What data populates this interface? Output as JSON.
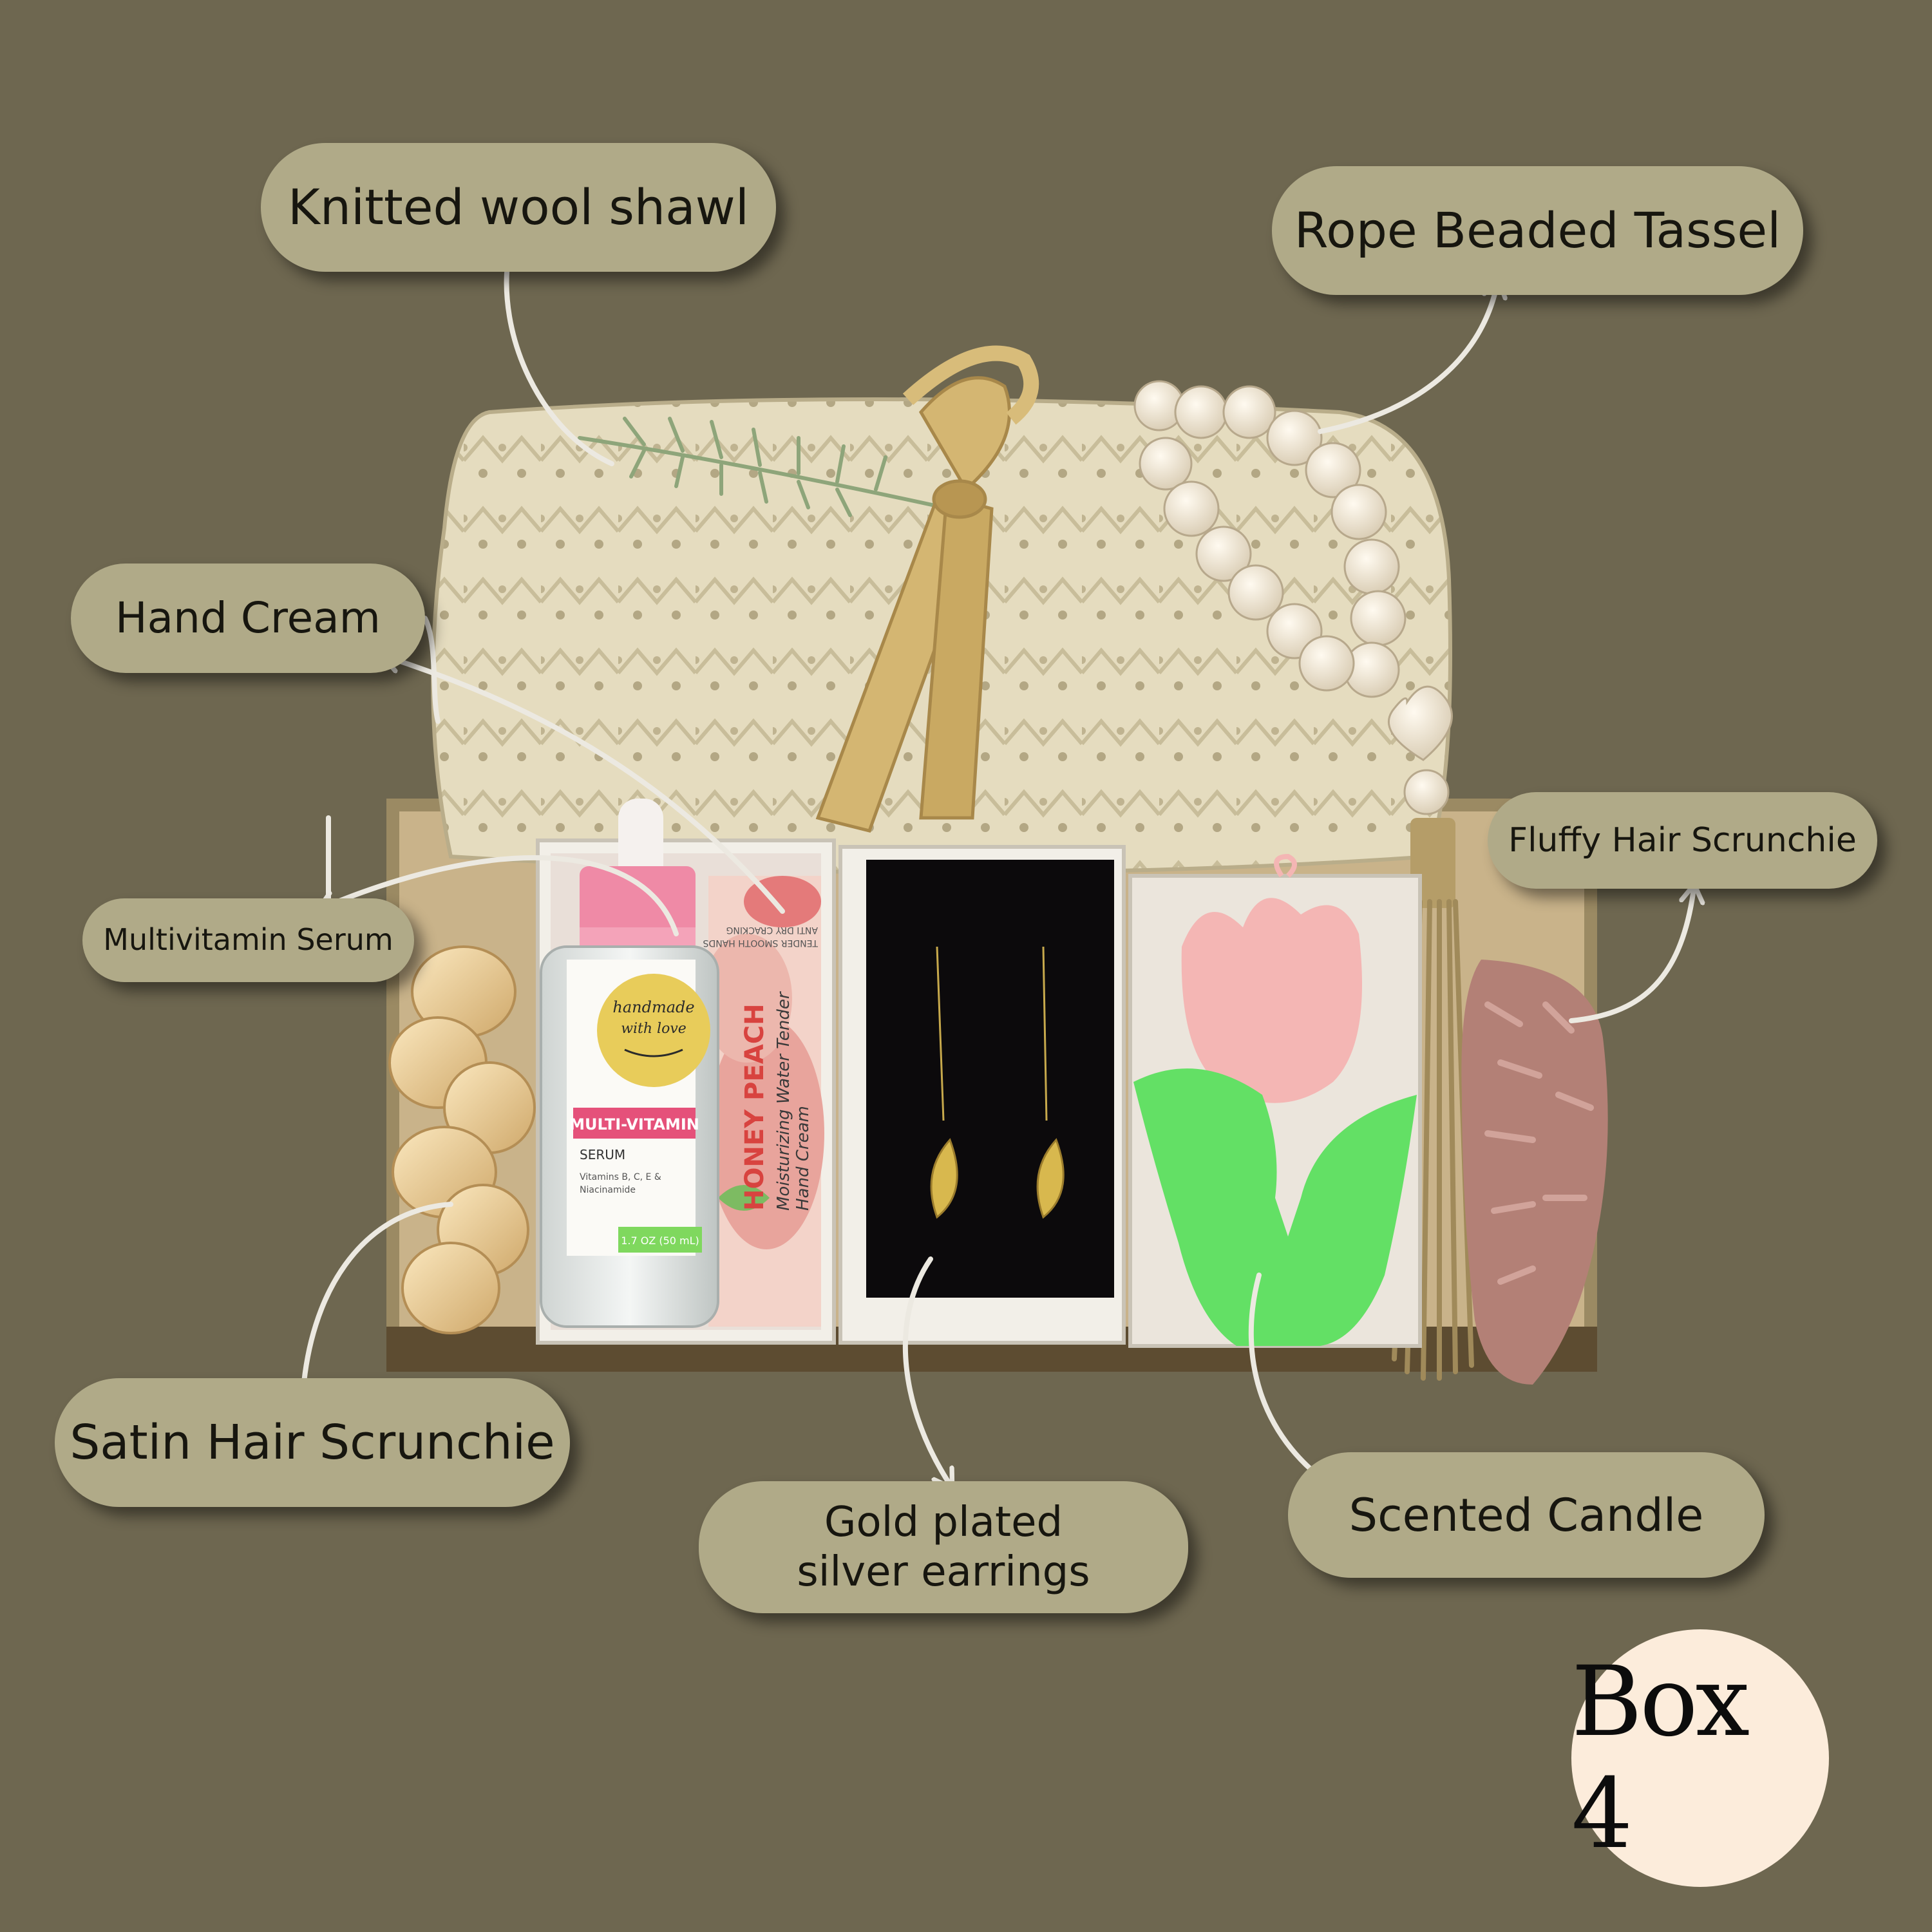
{
  "labels": {
    "shawl": "Knitted wool shawl",
    "tassel": "Rope Beaded Tassel",
    "hand_cream": "Hand Cream",
    "fluffy": "Fluffy Hair Scrunchie",
    "serum": "Multivitamin Serum",
    "satin": "Satin Hair Scrunchie",
    "earrings_line1": "Gold plated",
    "earrings_line2": "silver earrings",
    "candle": "Scented Candle"
  },
  "badge": "Box 4",
  "serum_label": {
    "sticker_line1": "handmade",
    "sticker_line2": "with love",
    "product": "MULTI-VITAMIN",
    "type": "SERUM",
    "ingredients_line1": "Vitamins B, C, E &",
    "ingredients_line2": "Niacinamide",
    "volume": "1.7 OZ (50 mL)"
  },
  "cream_label": {
    "brand": "HONEY PEACH",
    "line2": "Moisturizing Water Tender",
    "line3": "Hand Cream",
    "top1": "ANTI DRY CRACKING",
    "top2": "TENDER SMOOTH HANDS"
  },
  "colors": {
    "background": "#6e6750",
    "pill": "#b0aa88",
    "badge": "#fcecdb",
    "arrow": "#ece9e1"
  }
}
